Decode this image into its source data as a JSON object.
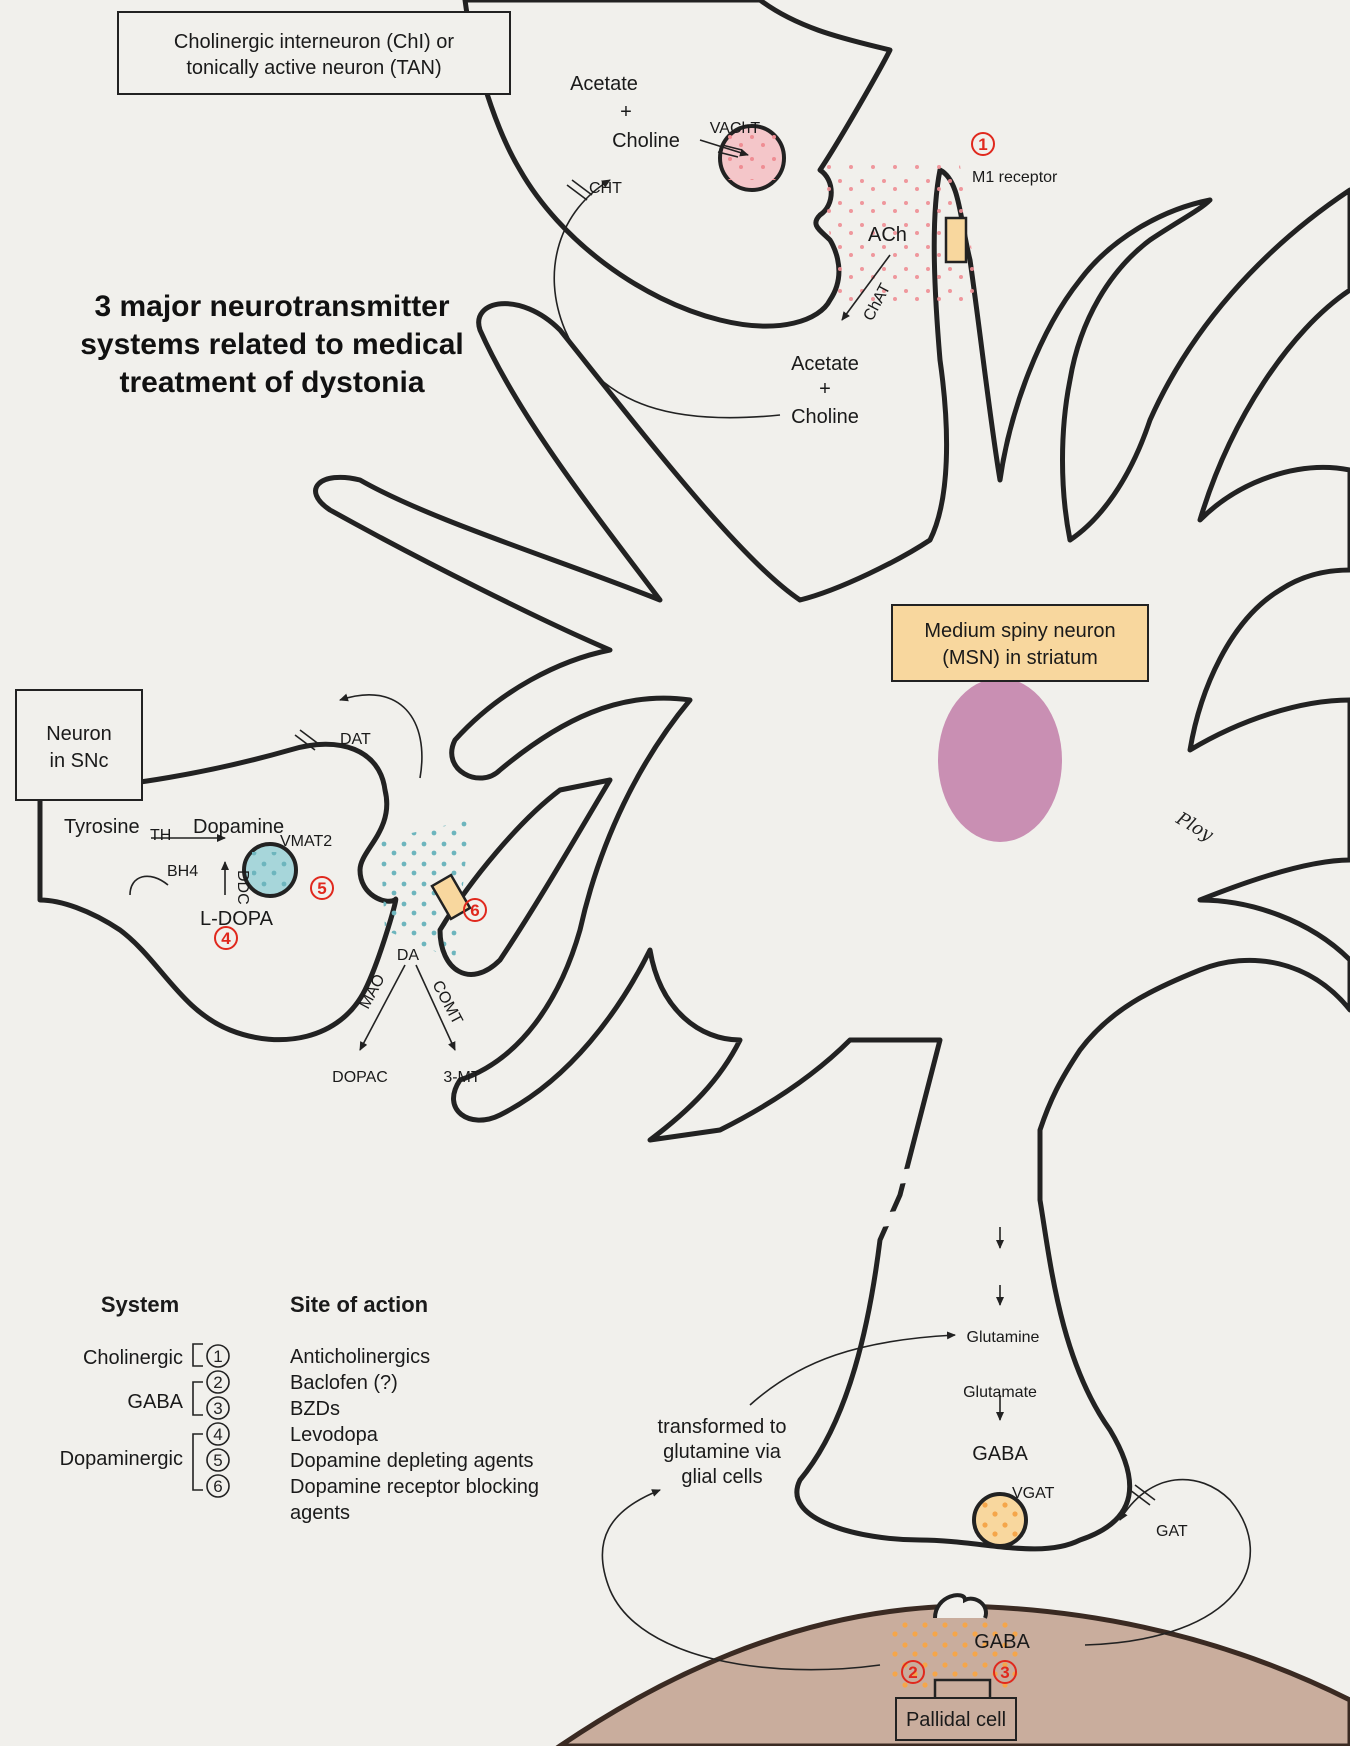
{
  "title_lines": [
    "3 major neurotransmitter",
    "systems related to medical",
    "treatment of dystonia"
  ],
  "colors": {
    "background": "#f1f0ec",
    "cholinergic_neuron": "#f4c6c9",
    "msn_body": "#f8d79e",
    "msn_nucleus": "#c98fb3",
    "snc_neuron": "#a7d6da",
    "pallidal_cell": "#c9ad9d",
    "ach_dots": "#ef8d93",
    "da_dots": "#6db5bd",
    "gaba_dots": "#f5a64a",
    "site_marker": "#e0281d"
  },
  "cholinergic": {
    "box_lines": [
      "Cholinergic interneuron (ChI) or",
      "tonically active neuron (TAN)"
    ],
    "acetate": "Acetate",
    "plus": "+",
    "choline": "Choline",
    "vacht": "VAChT",
    "cht": "CHT",
    "ach": "ACh",
    "chat": "ChAT",
    "m1_receptor": "M1 receptor",
    "acetate2": "Acetate",
    "plus2": "+",
    "choline2": "Choline",
    "site": "1"
  },
  "msn": {
    "box_lines": [
      "Medium spiny neuron",
      "(MSN) in striatum"
    ],
    "signature": "Ploy"
  },
  "snc": {
    "box_lines": [
      "Neuron",
      "in SNc"
    ],
    "dat": "DAT",
    "tyrosine": "Tyrosine",
    "th": "TH",
    "dopamine": "Dopamine",
    "vmat2": "VMAT2",
    "bh4": "BH4",
    "ddc": "DDC",
    "ldopa": "L-DOPA",
    "da": "DA",
    "mao": "MAO",
    "comt": "COMT",
    "dopac": "DOPAC",
    "mt3": "3-MT",
    "site_ldopa": "4",
    "site_vesicle": "5",
    "site_receptor": "6"
  },
  "gaba_terminal": {
    "glutamine": "Glutamine",
    "glutamate": "Glutamate",
    "gaba": "GABA",
    "vgat": "VGAT",
    "gat": "GAT",
    "gaba_cleft": "GABA",
    "glia_note_lines": [
      "transformed to",
      "glutamine via",
      "glial cells"
    ],
    "pallidal_cell": "Pallidal cell",
    "site_left": "2",
    "site_right": "3"
  },
  "legend": {
    "system_header": "System",
    "site_header": "Site of action",
    "systems": [
      {
        "name": "Cholinergic",
        "numbers": [
          "1"
        ]
      },
      {
        "name": "GABA",
        "numbers": [
          "2",
          "3"
        ]
      },
      {
        "name": "Dopaminergic",
        "numbers": [
          "4",
          "5",
          "6"
        ]
      }
    ],
    "sites": [
      "Anticholinergics",
      "Baclofen (?)",
      "BZDs",
      "Levodopa",
      "Dopamine depleting agents",
      "Dopamine receptor blocking",
      "agents"
    ]
  }
}
